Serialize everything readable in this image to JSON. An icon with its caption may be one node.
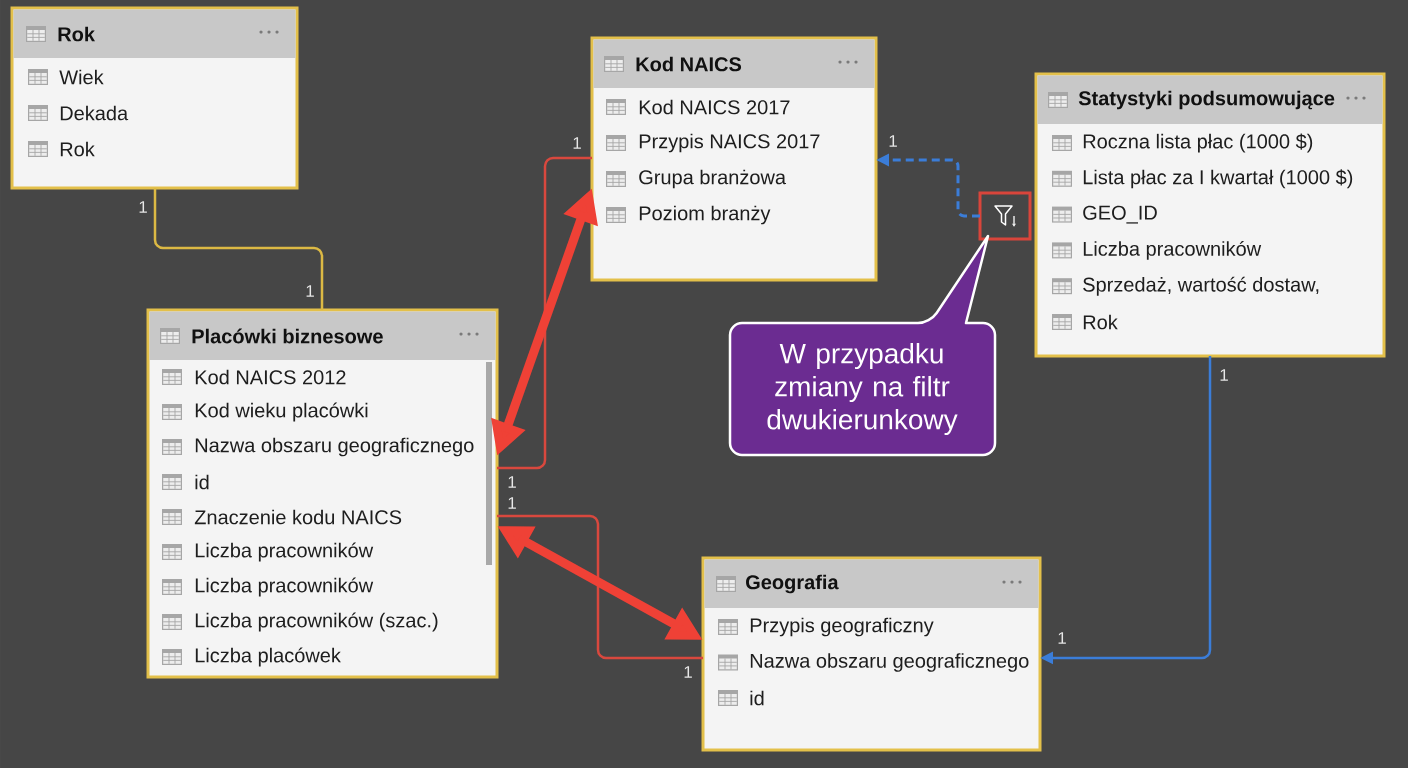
{
  "diagram": {
    "nodes": [
      {
        "text": [
          "Rok",
          "Wiek",
          "Dekada",
          "Rok"
        ]
      },
      {
        "text": [
          "Kod NAICS",
          "Kod NAICS 2017",
          "Przypis NAICS 2017",
          "Grupa branżowa",
          "Poziom branży"
        ]
      },
      {
        "text": [
          "Statystyki podsumowujące",
          "Roczna lista płac (1000 $)",
          "Lista płac za I kwartał (1000 $)",
          "GEO_ID",
          "Liczba pracowników",
          "Sprzedaż, wartość dostaw,",
          "Rok"
        ]
      },
      {
        "text": [],
        "shape": "box"
      },
      {
        "text": [
          "Placówki biznesowe",
          "Kod NAICS 2012",
          "Kod wieku placówki",
          "Nazwa obszaru geograficznego",
          "id",
          "Znaczenie kodu NAICS",
          "Liczba pracowników",
          "Liczba pracowników",
          "Liczba pracowników (szac.)",
          "Liczba placówek"
        ]
      },
      {
        "text": [
          "W przypadku zmiany na filtr dwukierunkowy"
        ]
      },
      {
        "text": [
          "Geografia",
          "Przypis geograficzny",
          "Nazwa obszaru geograficznego",
          "id"
        ]
      }
    ],
    "edges": [
      {
        "from": 0,
        "to": 4,
        "arrow": "none",
        "color": "#dcb944"
      },
      {
        "from": 4,
        "to": 1,
        "arrow": "none",
        "color": "#d9483e"
      },
      {
        "from": 4,
        "to": 1,
        "arrow": "both",
        "style": "thick",
        "color": "#ef4136"
      },
      {
        "from": 3,
        "to": 1,
        "arrow": "to",
        "style": "dashed",
        "color": "#3b7dd8"
      },
      {
        "from": 4,
        "to": 6,
        "arrow": "none",
        "color": "#d9483e"
      },
      {
        "from": 4,
        "to": 6,
        "arrow": "both",
        "style": "thick",
        "color": "#ef4136"
      },
      {
        "from": 2,
        "to": 6,
        "arrow": "to",
        "color": "#3b7dd8"
      }
    ],
    "labels": [
      "1",
      "1",
      "1",
      "1",
      "1",
      "1",
      "1",
      "1",
      "1"
    ]
  }
}
